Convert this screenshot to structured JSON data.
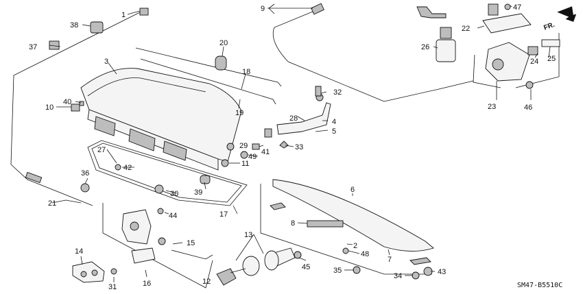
{
  "diagram": {
    "part_code": "SM47-B5510C",
    "direction_label": "FR.",
    "callouts": [
      "1",
      "2",
      "3",
      "4",
      "5",
      "6",
      "7",
      "8",
      "9",
      "10",
      "11",
      "12",
      "13",
      "14",
      "15",
      "16",
      "17",
      "18",
      "19",
      "20",
      "21",
      "22",
      "23",
      "24",
      "25",
      "26",
      "27",
      "28",
      "29",
      "30",
      "31",
      "32",
      "33",
      "34",
      "35",
      "36",
      "37",
      "38",
      "39",
      "40",
      "41",
      "42",
      "43",
      "44",
      "45",
      "46",
      "47",
      "48",
      "49"
    ]
  }
}
